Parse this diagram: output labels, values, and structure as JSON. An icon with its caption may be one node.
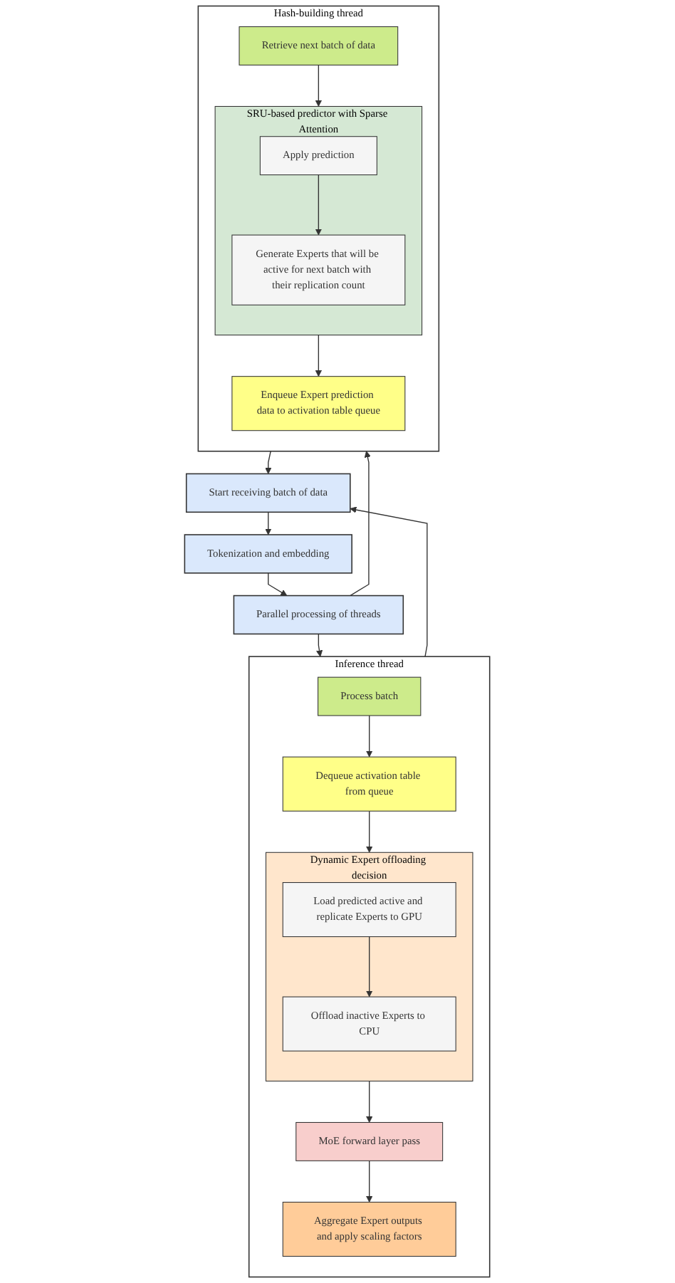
{
  "diagram": {
    "nodes": [
      {
        "text": [
          "Start receiving batch of data"
        ]
      },
      {
        "text": [
          "Tokenization and embedding"
        ]
      },
      {
        "text": [
          "Parallel processing of threads"
        ]
      },
      {
        "text": [
          "Inference thread"
        ]
      },
      {
        "text": [
          "Process batch"
        ],
        "in": 3
      },
      {
        "text": [
          "Dequeue activation table from queue"
        ],
        "in": 3
      },
      {
        "text": [
          "Dynamic Expert offloading decision"
        ],
        "in": 3
      },
      {
        "text": [
          "Load predicted active and replicate Experts to GPU"
        ],
        "in": 6
      },
      {
        "text": [
          "Offload inactive Experts to CPU"
        ],
        "in": 6
      },
      {
        "text": [
          "MoE forward layer pass"
        ],
        "in": 3
      },
      {
        "text": [
          "Aggregate Expert outputs and apply scaling factors"
        ],
        "in": 3
      },
      {
        "text": [
          "Hash-building thread"
        ]
      },
      {
        "text": [
          "Retrieve next batch of data"
        ],
        "in": 11
      },
      {
        "text": [
          "SRU-based predictor with Sparse Attention"
        ],
        "in": 11
      },
      {
        "text": [
          "Apply prediction"
        ],
        "in": 13
      },
      {
        "text": [
          "Generate Experts that will be active for next batch with their replication count"
        ],
        "in": 13
      },
      {
        "text": [
          "Enqueue Expert prediction data to activation table queue"
        ],
        "in": 11
      }
    ],
    "edges": [
      {
        "from": 0,
        "to": 1,
        "arrow": "to"
      },
      {
        "from": 1,
        "to": 2,
        "arrow": "to"
      },
      {
        "from": 2,
        "to": 3,
        "arrow": "to"
      },
      {
        "from": 2,
        "to": 11,
        "arrow": "to"
      },
      {
        "from": 4,
        "to": 5,
        "arrow": "to"
      },
      {
        "from": 5,
        "to": 6,
        "arrow": "to"
      },
      {
        "from": 7,
        "to": 8,
        "arrow": "to"
      },
      {
        "from": 6,
        "to": 9,
        "arrow": "to"
      },
      {
        "from": 9,
        "to": 10,
        "arrow": "to"
      },
      {
        "from": 12,
        "to": 13,
        "arrow": "to"
      },
      {
        "from": 14,
        "to": 15,
        "arrow": "to"
      },
      {
        "from": 13,
        "to": 16,
        "arrow": "to"
      },
      {
        "from": 3,
        "to": 0,
        "arrow": "to"
      },
      {
        "from": 11,
        "to": 0,
        "arrow": "to"
      }
    ]
  }
}
